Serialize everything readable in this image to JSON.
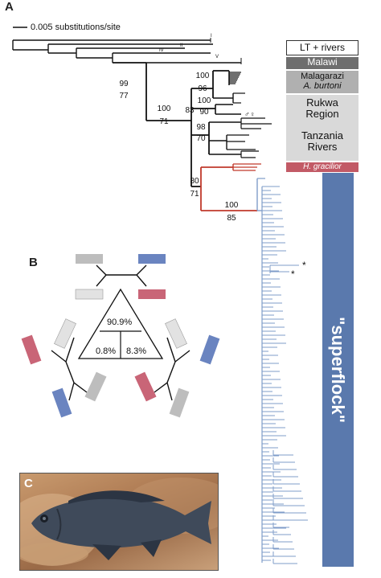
{
  "panels": {
    "a": "A",
    "b": "B",
    "c": "C"
  },
  "scale_bar": {
    "label": "0.005 substitutions/site"
  },
  "roman_labels": {
    "i": "I",
    "ii": "II",
    "iv": "IV",
    "v": "V"
  },
  "bootstrap": {
    "n99": "99",
    "n77": "77",
    "n100a": "100",
    "n96": "96",
    "n100b": "100",
    "n90": "90",
    "n100c": "100",
    "n71a": "71",
    "n83": "83",
    "n98": "98",
    "n70": "70",
    "n80": "80",
    "n71b": "71",
    "n100d": "100",
    "n85": "85"
  },
  "sex_symbols": "♂♀",
  "asterisk": "*",
  "legend": {
    "lt_rivers": "LT + rivers",
    "malawi": "Malawi",
    "malagarazi": "Malagarazi",
    "burtoni": "A. burtoni",
    "rukwa": "Rukwa Region",
    "tanzania": "Tanzania Rivers",
    "gracilior": "H. gracilior",
    "superflock": "\"superflock\""
  },
  "panel_b": {
    "center": "90.9%",
    "left": "0.8%",
    "right": "8.3%"
  },
  "colors": {
    "lineage_black": "#111111",
    "gracilior_red": "#c0392b",
    "superflock_blue": "#5a79ad",
    "blue_tree": "#7f9cc9",
    "malawi_box": "#6e6e6e",
    "malagarazi_box": "#b0b0b0",
    "rukwa_box": "#d9d9d9",
    "topology_grey": "#bdbdbd",
    "topology_red": "#c96577",
    "topology_blue": "#6a84c0",
    "topology_light": "#e2e2e2"
  }
}
